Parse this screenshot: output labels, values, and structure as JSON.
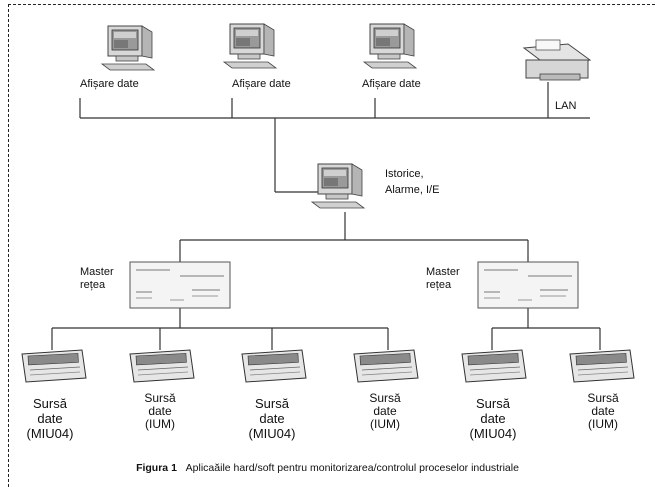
{
  "top_labels": [
    "Afișare date",
    "Afișare date",
    "Afișare date"
  ],
  "lan_label": "LAN",
  "server_label_line1": "Istorice,",
  "server_label_line2": "Alarme, I/E",
  "master_left": {
    "line1": "Master",
    "line2": "rețea"
  },
  "master_right": {
    "line1": "Master",
    "line2": "rețea"
  },
  "sources": [
    {
      "line1": "Sursă",
      "line2": "date",
      "line3": "(MIU04)"
    },
    {
      "line1": "Sursă",
      "line2": "date",
      "line3": "(IUM)"
    },
    {
      "line1": "Sursă",
      "line2": "date",
      "line3": "(MIU04)"
    },
    {
      "line1": "Sursă",
      "line2": "date",
      "line3": "(IUM)"
    },
    {
      "line1": "Sursă",
      "line2": "date",
      "line3": "(MIU04)"
    },
    {
      "line1": "Sursă",
      "line2": "date",
      "line3": "(IUM)"
    }
  ],
  "caption": {
    "prefix": "Figura 1",
    "text": "Aplicaăile hard/soft pentru monitorizarea/controlul proceselor industriale"
  }
}
